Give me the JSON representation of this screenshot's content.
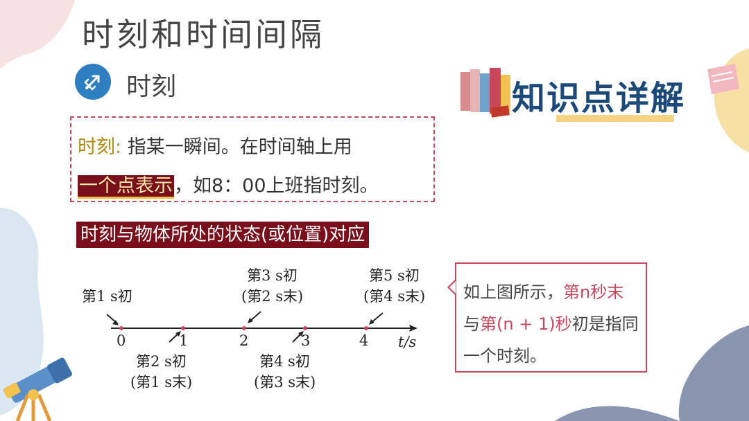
{
  "title": "时刻和时间间隔",
  "section": {
    "icon": "rocket-icon",
    "label": "时刻"
  },
  "definition": {
    "term": "时刻",
    "colon": ":",
    "line1_rest": "指某一瞬间。在时间轴上用",
    "highlight": "一个点表示",
    "line2_rest": "，如8：00上班指时刻。"
  },
  "banner": "时刻与物体所处的状态(或位置)对应",
  "badge": {
    "text": "知识点详解",
    "icon": "books-icon"
  },
  "timeline": {
    "ticks": [
      "0",
      "1",
      "2",
      "3",
      "4"
    ],
    "axis_unit": "t/s",
    "labels": {
      "t0_top": "第1 s初",
      "t1_bottom_1": "第2 s初",
      "t1_bottom_2": "(第1 s末)",
      "t2_top_1": "第3 s初",
      "t2_top_2": "(第2 s末)",
      "t3_bottom_1": "第4 s初",
      "t3_bottom_2": "(第3 s末)",
      "t4_top_1": "第5 s初",
      "t4_top_2": "(第4 s末)"
    }
  },
  "note": {
    "l1a": "如上图所示，",
    "l1b": "第n秒末",
    "l2a": "与",
    "l2b": "第(n + 1)秒",
    "l2c": "初是指同",
    "l3": "一个时刻。"
  },
  "colors": {
    "accent_red": "#c9455a",
    "dark_red": "#7a0f1c",
    "icon_blue": "#2d7fc1"
  }
}
